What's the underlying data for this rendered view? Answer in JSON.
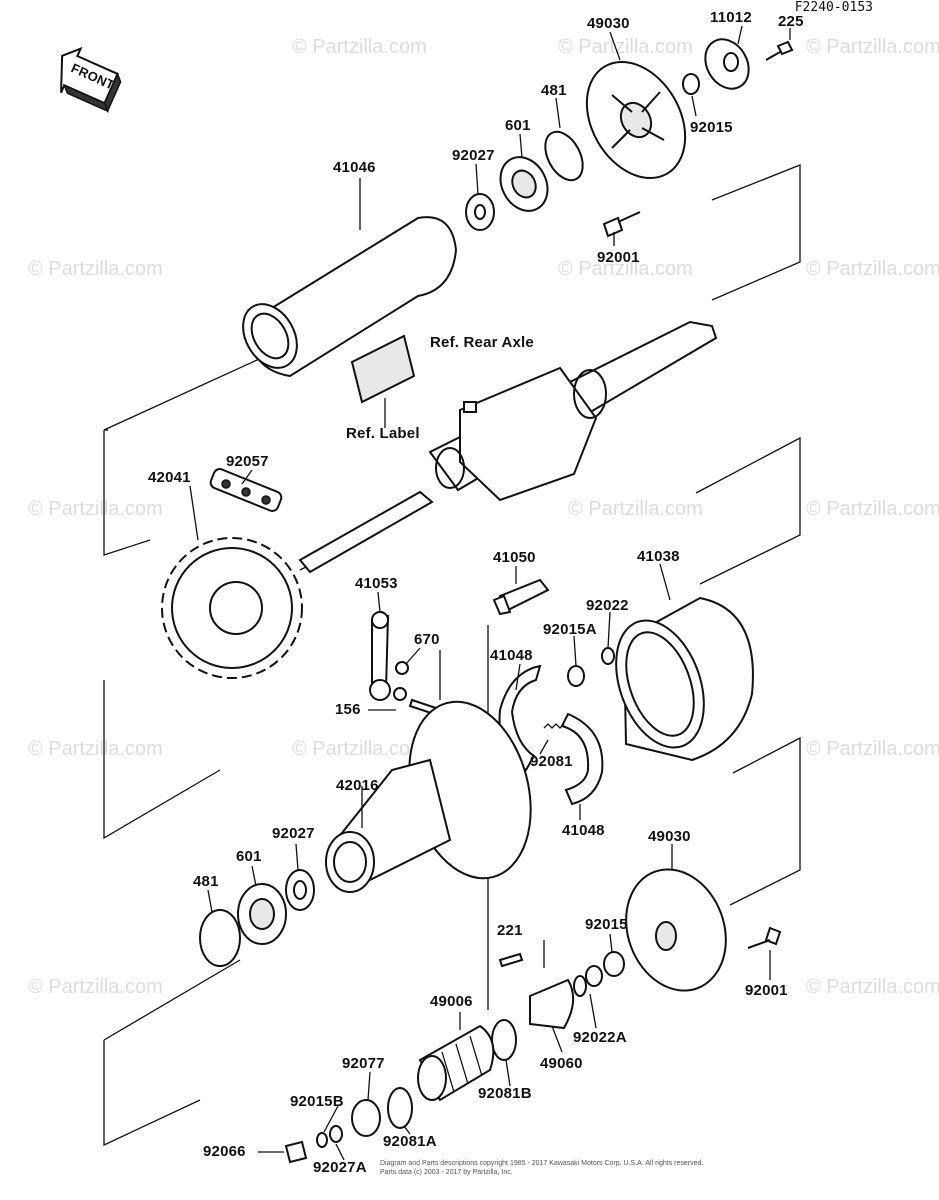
{
  "figure_id": "F2240-0153",
  "front_label": "FRONT",
  "watermark": "© Partzilla.com",
  "copyright_line1": "Diagram and Parts descriptions copyright 1985 - 2017 Kawasaki Motors Corp. U.S.A. All rights reserved.",
  "copyright_line2": "Parts data (c) 2003 - 2017 by Partzilla, Inc.",
  "references": {
    "rear_axle": "Ref. Rear Axle",
    "label": "Ref. Label"
  },
  "callouts": {
    "p49030_top": "49030",
    "p11012": "11012",
    "p225": "225",
    "p481_top": "481",
    "p601_top": "601",
    "p92027_top": "92027",
    "p92015_top": "92015",
    "p41046": "41046",
    "p92001_top": "92001",
    "p42041": "42041",
    "p92057": "92057",
    "p41050": "41050",
    "p41038": "41038",
    "p41053": "41053",
    "p92022": "92022",
    "p92015A": "92015A",
    "p670": "670",
    "p41048_top": "41048",
    "p156": "156",
    "p92081": "92081",
    "p42016": "42016",
    "p41048_bottom": "41048",
    "p49030_bottom": "49030",
    "p92027_mid": "92027",
    "p601_bottom": "601",
    "p481_bottom": "481",
    "p92015_bottom": "92015",
    "p221": "221",
    "p92001_bottom": "92001",
    "p49006": "49006",
    "p92022A": "92022A",
    "p49060": "49060",
    "p92077": "92077",
    "p92081B": "92081B",
    "p92015B": "92015B",
    "p92081A": "92081A",
    "p92066": "92066",
    "p92027A": "92027A"
  }
}
